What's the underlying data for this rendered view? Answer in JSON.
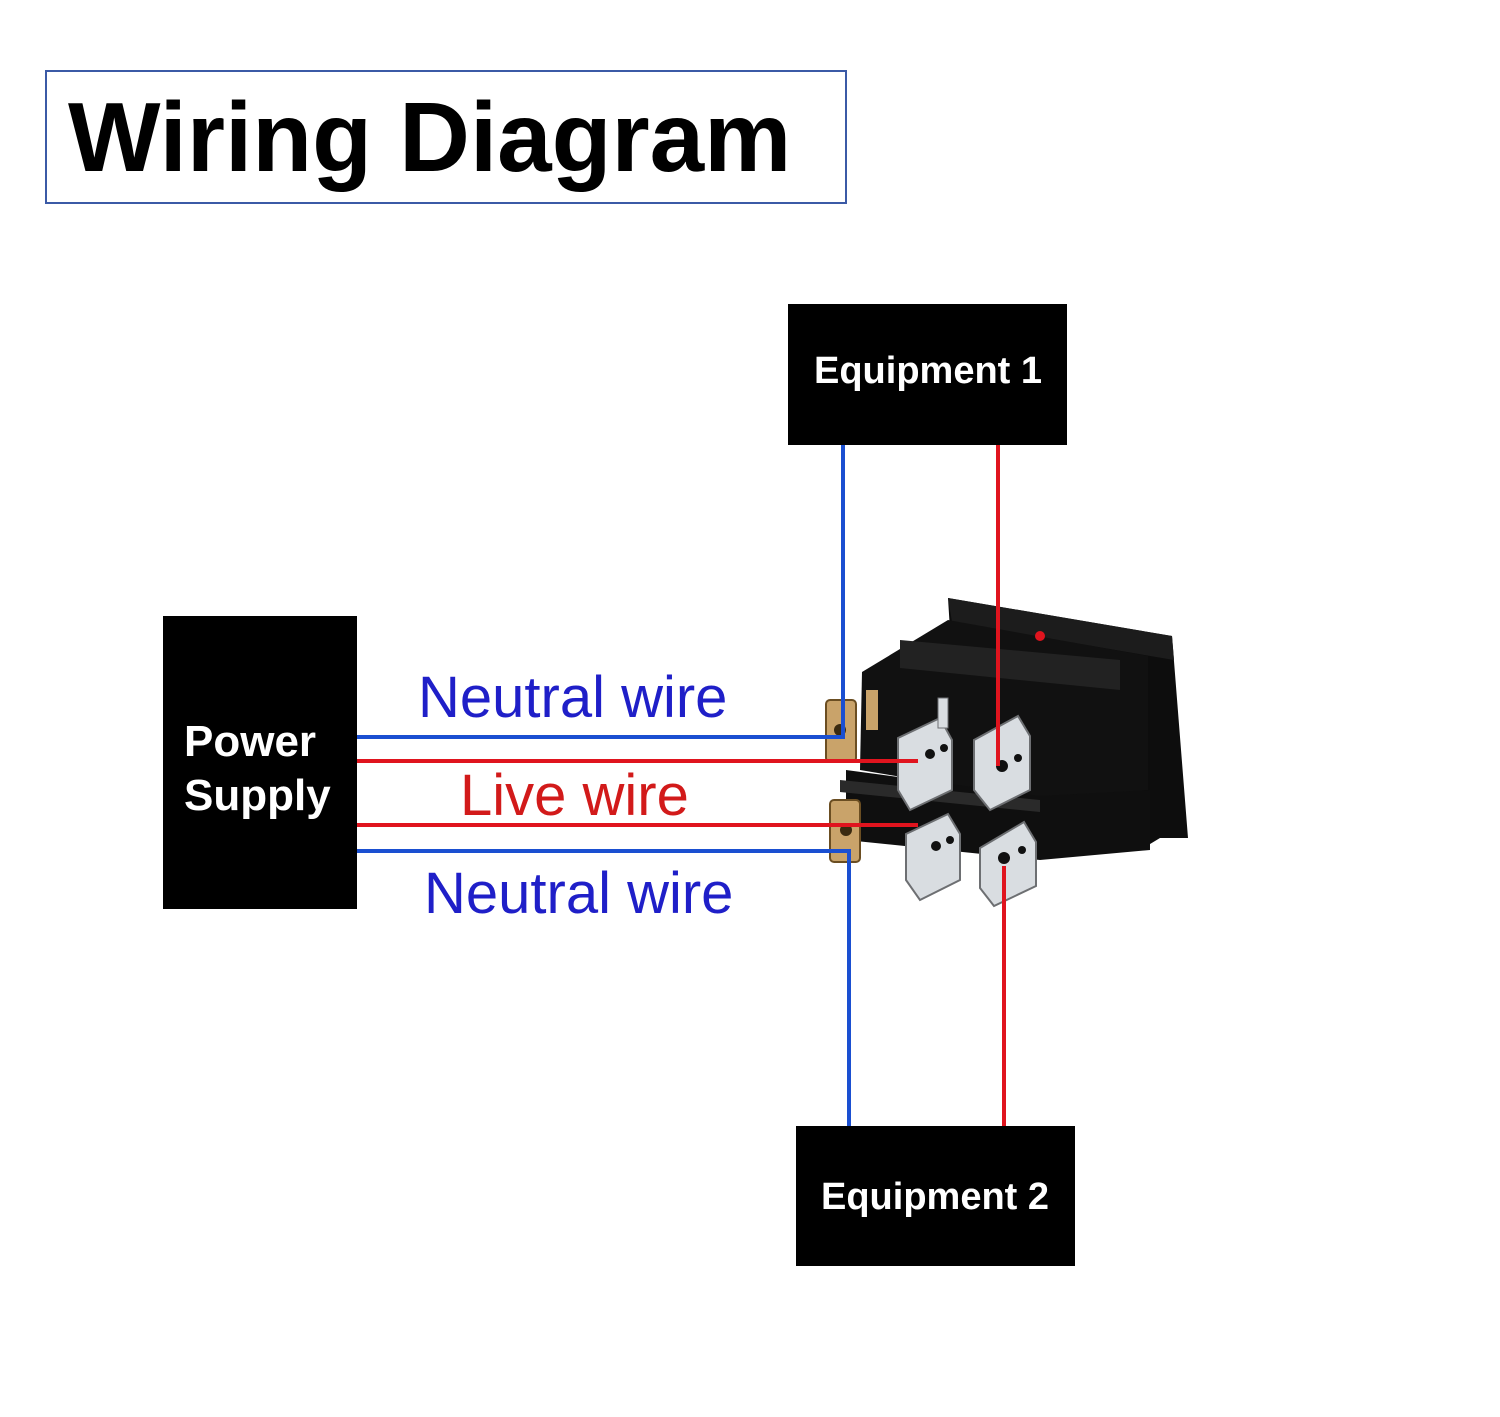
{
  "title": "Wiring Diagram",
  "blocks": {
    "equipment_1": "Equipment 1",
    "equipment_2": "Equipment 2",
    "power_supply": "Power Supply"
  },
  "wires": {
    "neutral_top": "Neutral wire",
    "live": "Live wire",
    "neutral_bottom": "Neutral wire"
  },
  "colors": {
    "neutral_wire": "#1a4fd1",
    "live_wire": "#e0141e",
    "neutral_text": "#1f1fc8",
    "live_text": "#d21a1a",
    "title_border": "#3b5aa6",
    "switch_body": "#0d0d0d",
    "terminal": "#c9a36a",
    "indicator": "#e0141e"
  },
  "components": {
    "switch": "rocker-switch-icon"
  }
}
